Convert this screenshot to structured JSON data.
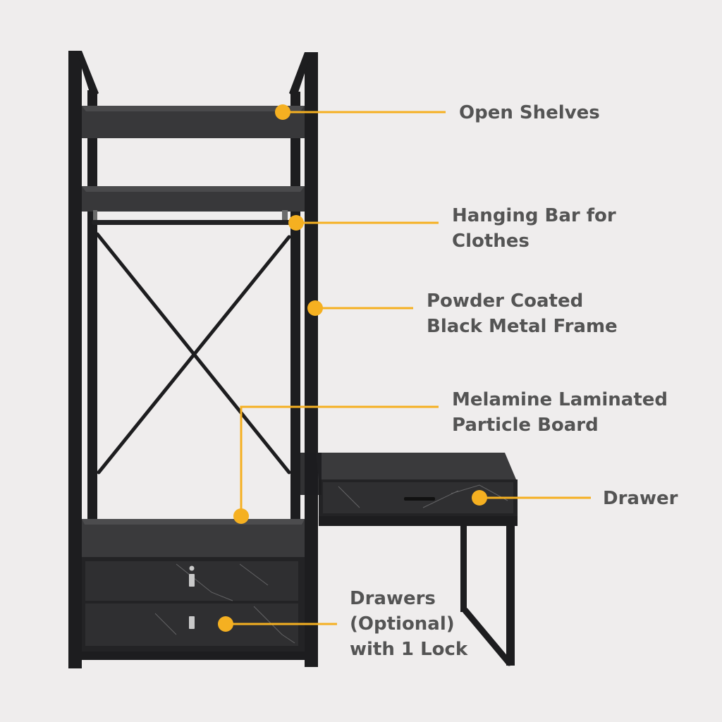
{
  "colors": {
    "background": "#efeded",
    "accent": "#f5b021",
    "frame": "#1d1d1f",
    "board": "#3a3a3c",
    "drawer_front": "#2f2f31",
    "label_text": "#545454"
  },
  "callouts": [
    {
      "id": "open-shelves",
      "lines": [
        "Open Shelves"
      ]
    },
    {
      "id": "hanging-bar",
      "lines": [
        "Hanging Bar for",
        "Clothes"
      ]
    },
    {
      "id": "metal-frame",
      "lines": [
        "Powder Coated",
        "Black Metal Frame"
      ]
    },
    {
      "id": "particle-board",
      "lines": [
        "Melamine Laminated",
        "Particle Board"
      ]
    },
    {
      "id": "drawer",
      "lines": [
        "Drawer"
      ]
    },
    {
      "id": "drawers-lock",
      "lines": [
        "Drawers",
        "(Optional)",
        "with 1 Lock"
      ]
    }
  ]
}
